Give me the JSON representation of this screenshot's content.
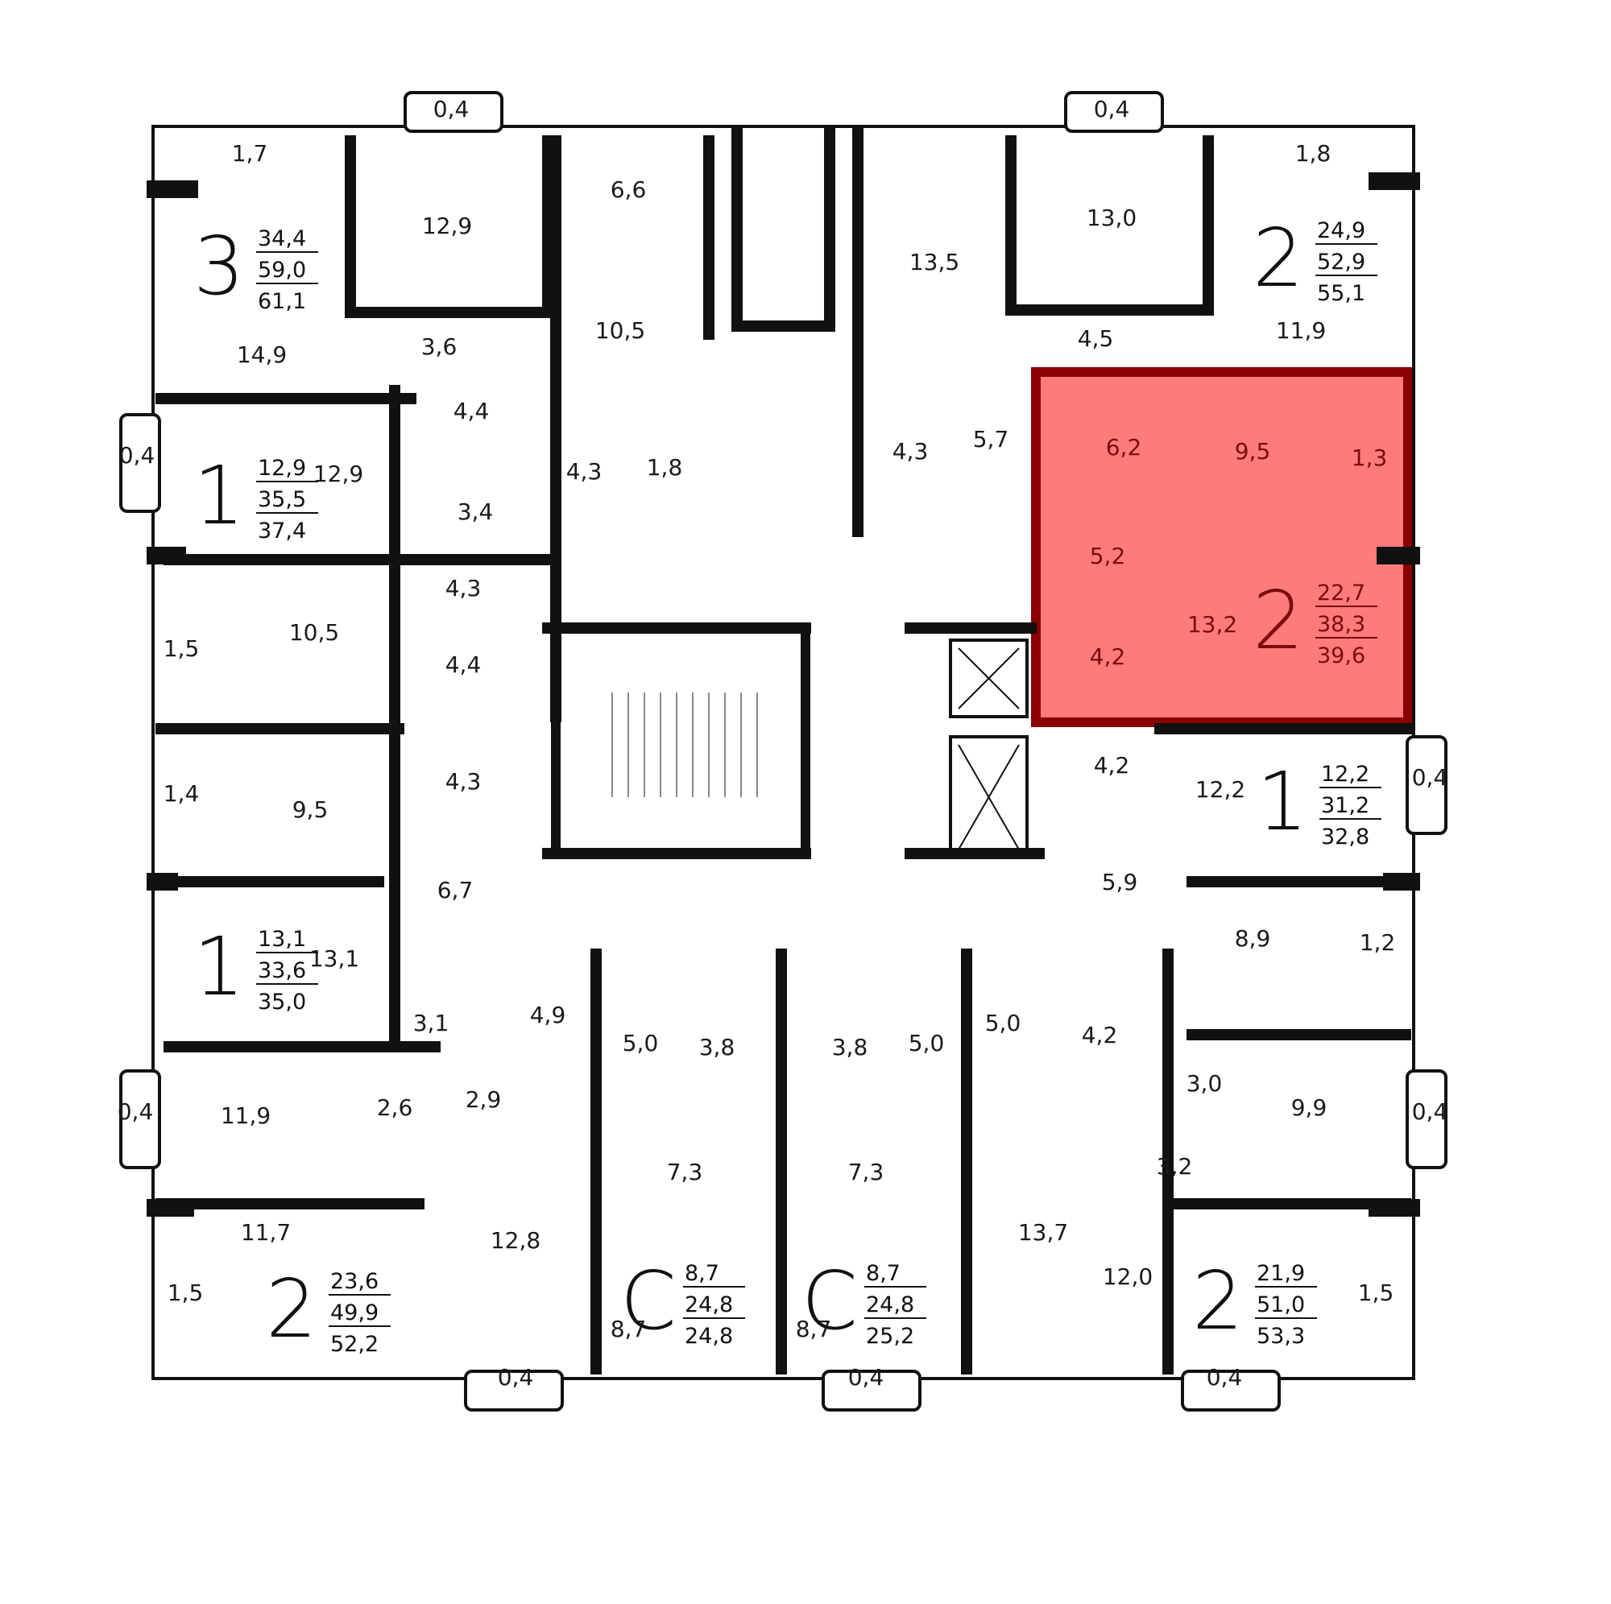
{
  "colors": {
    "wall": "#111111",
    "highlight": "#ff7b7b",
    "highlight_border": "#8b0000",
    "text": "#1a1a1a"
  },
  "apartments": [
    {
      "id": "apt-3-nw",
      "rooms": "3",
      "area": [
        "34,4",
        "59,0",
        "61,1"
      ],
      "selected": false
    },
    {
      "id": "apt-2-ne",
      "rooms": "2",
      "area": [
        "24,9",
        "52,9",
        "55,1"
      ],
      "selected": false
    },
    {
      "id": "apt-1-w-top",
      "rooms": "1",
      "area": [
        "12,9",
        "35,5",
        "37,4"
      ],
      "selected": false
    },
    {
      "id": "apt-2-e-selected",
      "rooms": "2",
      "area": [
        "22,7",
        "38,3",
        "39,6"
      ],
      "selected": true
    },
    {
      "id": "apt-1-e",
      "rooms": "1",
      "area": [
        "12,2",
        "31,2",
        "32,8"
      ],
      "selected": false
    },
    {
      "id": "apt-1-w-mid",
      "rooms": "1",
      "area": [
        "13,1",
        "33,6",
        "35,0"
      ],
      "selected": false
    },
    {
      "id": "apt-2-sw",
      "rooms": "2",
      "area": [
        "23,6",
        "49,9",
        "52,2"
      ],
      "selected": false
    },
    {
      "id": "apt-s-1",
      "rooms": "С",
      "area": [
        "8,7",
        "24,8",
        "24,8"
      ],
      "selected": false
    },
    {
      "id": "apt-s-2",
      "rooms": "С",
      "area": [
        "8,7",
        "24,8",
        "25,2"
      ],
      "selected": false
    },
    {
      "id": "apt-2-se",
      "rooms": "2",
      "area": [
        "21,9",
        "51,0",
        "53,3"
      ],
      "selected": false
    }
  ],
  "room_labels": [
    "0,4",
    "0,4",
    "1,7",
    "1,8",
    "12,9",
    "6,6",
    "13,5",
    "13,0",
    "14,9",
    "3,6",
    "10,5",
    "4,5",
    "11,9",
    "0,4",
    "4,4",
    "4,3",
    "1,8",
    "4,3",
    "5,7",
    "12,9",
    "3,4",
    "6,2",
    "9,5",
    "1,3",
    "5,2",
    "4,2",
    "13,2",
    "1,5",
    "10,5",
    "4,3",
    "4,4",
    "1,4",
    "9,5",
    "4,3",
    "4,2",
    "12,2",
    "0,4",
    "6,7",
    "5,9",
    "13,1",
    "1,2",
    "8,9",
    "4,9",
    "3,1",
    "5,0",
    "3,8",
    "3,8",
    "5,0",
    "5,0",
    "4,2",
    "3,0",
    "0,4",
    "11,9",
    "2,6",
    "2,9",
    "9,9",
    "0,4",
    "7,3",
    "7,3",
    "3,2",
    "11,7",
    "12,8",
    "13,7",
    "1,5",
    "8,7",
    "8,7",
    "12,0",
    "1,5",
    "0,4",
    "0,4",
    "0,4"
  ]
}
